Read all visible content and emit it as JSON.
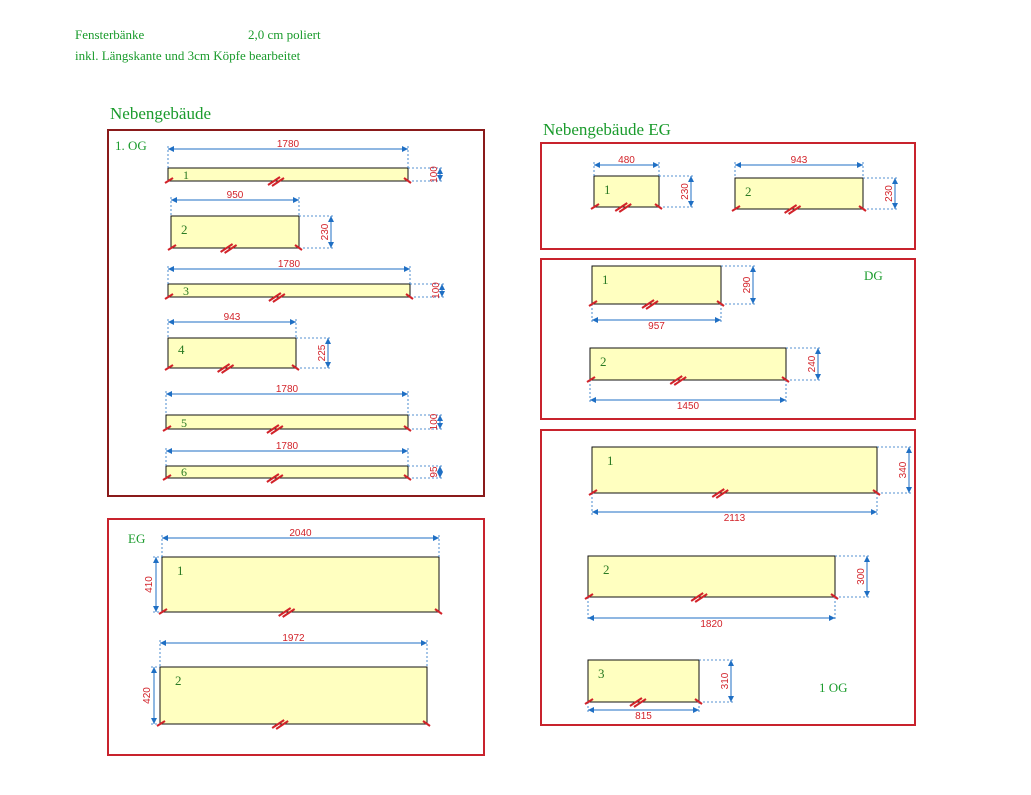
{
  "header": {
    "line1_a": "Fensterbänke",
    "line1_b": "2,0 cm poliert",
    "line2": "inkl. Längskante und 3cm Köpfe bearbeitet"
  },
  "colors": {
    "title_green": "#1a9b2c",
    "frame_red": "#c8232d",
    "frame_darkred": "#8a1a1a",
    "dim_blue": "#1f6fc4",
    "dim_red": "#d2232a",
    "slab_fill": "#ffffc0"
  },
  "left_title": "Nebengebäude",
  "right_title": "Nebengebäude EG",
  "groups": {
    "og1": {
      "label": "1.  OG",
      "slabs": [
        {
          "num": "1",
          "length": "1780",
          "depth": "100"
        },
        {
          "num": "2",
          "length": "950",
          "depth": "230"
        },
        {
          "num": "3",
          "length": "1780",
          "depth": "100"
        },
        {
          "num": "4",
          "length": "943",
          "depth": "225"
        },
        {
          "num": "5",
          "length": "1780",
          "depth": "100"
        },
        {
          "num": "6",
          "length": "1780",
          "depth": "95"
        }
      ]
    },
    "eg_left": {
      "label": "EG",
      "slabs": [
        {
          "num": "1",
          "length": "2040",
          "depth": "410"
        },
        {
          "num": "2",
          "length": "1972",
          "depth": "420"
        }
      ]
    },
    "eg_right": {
      "slabs": [
        {
          "num": "1",
          "length": "480",
          "depth": "230"
        },
        {
          "num": "2",
          "length": "943",
          "depth": "230"
        }
      ]
    },
    "dg": {
      "label": "DG",
      "slabs": [
        {
          "num": "1",
          "length": "957",
          "depth": "290"
        },
        {
          "num": "2",
          "length": "1450",
          "depth": "240"
        }
      ]
    },
    "og1_right": {
      "label": "1 OG",
      "slabs": [
        {
          "num": "1",
          "length": "2113",
          "depth": "340"
        },
        {
          "num": "2",
          "length": "1820",
          "depth": "300"
        },
        {
          "num": "3",
          "length": "815",
          "depth": "310"
        }
      ]
    }
  }
}
